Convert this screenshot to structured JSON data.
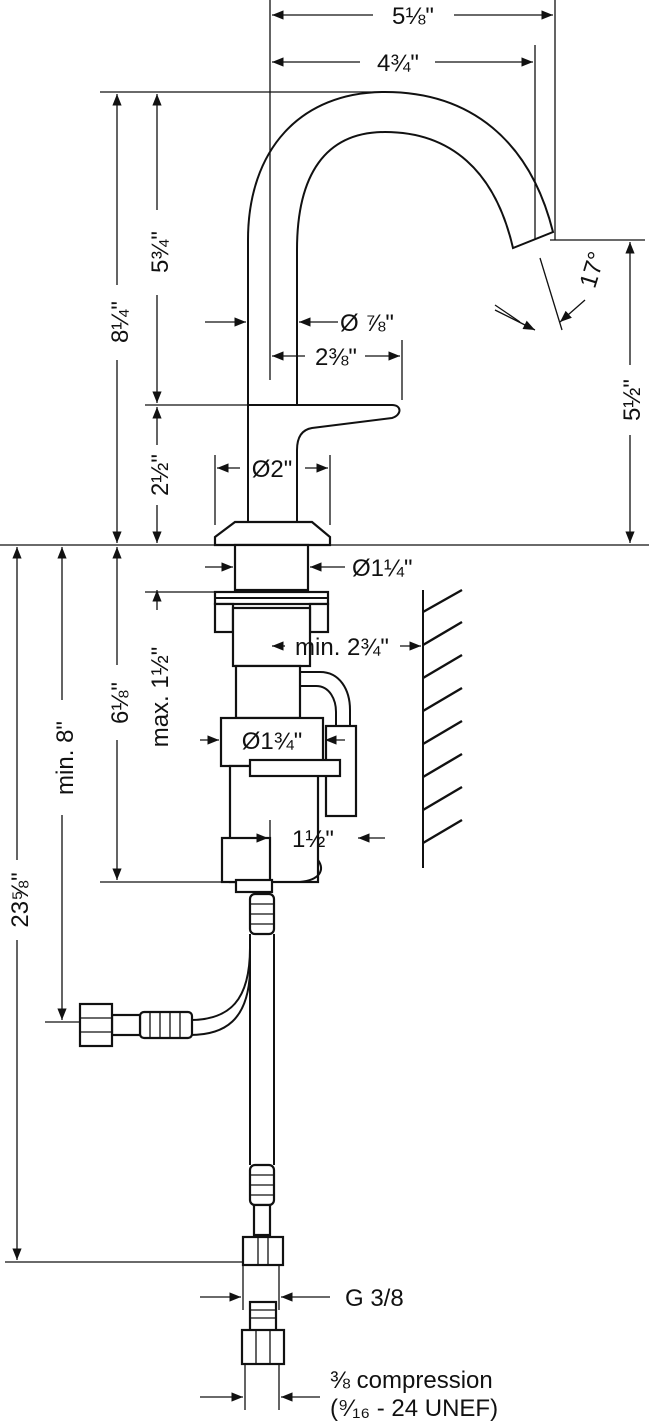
{
  "dimensions": {
    "overall_reach": "5⅛\"",
    "spout_reach": "4¾\"",
    "total_height": "8¼\"",
    "spout_height_upper": "5¾\"",
    "spout_outlet_height": "5½\"",
    "spout_angle": "17°",
    "spout_diameter": "Ø ⅞\"",
    "handle_length": "2⅜\"",
    "handle_height": "2½\"",
    "base_diameter": "Ø2\"",
    "shank_diameter": "Ø1¼\"",
    "max_deck_thickness": "max. 1½\"",
    "min_wall_distance": "min. 2¾\"",
    "body_below_deck": "6⅛\"",
    "drain_diameter": "Ø1¾\"",
    "offset_small": "1½\"",
    "min_supply_height": "min. 8\"",
    "hose_length": "23⅝\"",
    "hose_thread": "G 3/8",
    "compression_line1": "⅜ compression",
    "compression_line2": "(⁹⁄₁₆ - 24 UNEF)"
  }
}
